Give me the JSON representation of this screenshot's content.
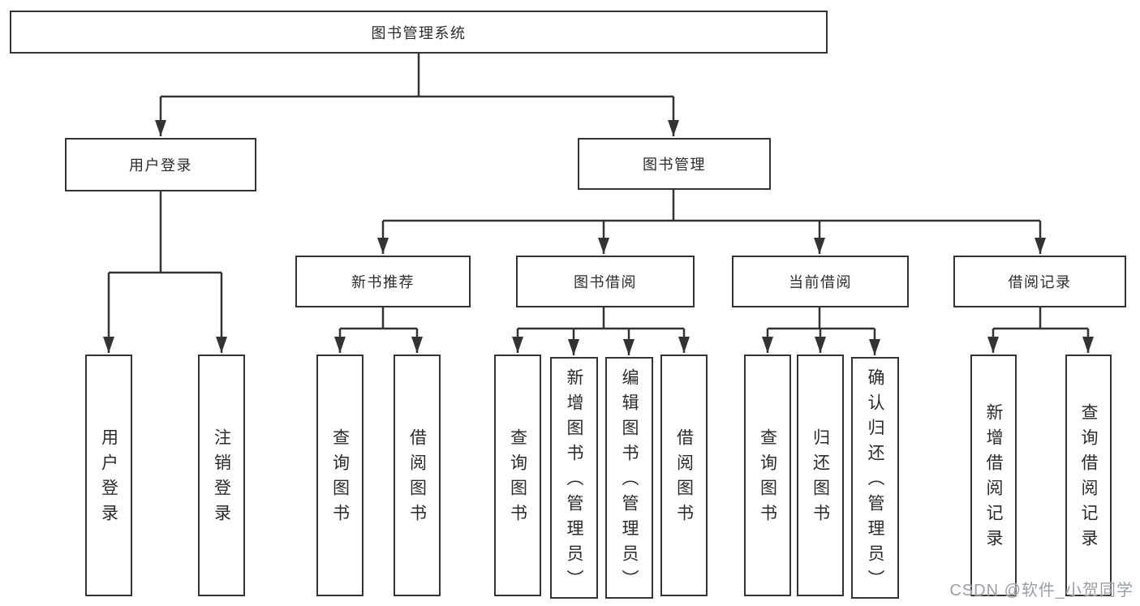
{
  "diagram": {
    "root": {
      "label": "图书管理系统"
    },
    "level2": {
      "user_login": {
        "label": "用户登录"
      },
      "book_mgmt": {
        "label": "图书管理"
      }
    },
    "level3": {
      "new_book": {
        "label": "新书推荐"
      },
      "borrow": {
        "label": "图书借阅"
      },
      "current": {
        "label": "当前借阅"
      },
      "records": {
        "label": "借阅记录"
      }
    },
    "leaves": {
      "user_login": {
        "label": "用户登录"
      },
      "logout": {
        "label": "注销登录"
      },
      "nb_query": {
        "label": "查询图书"
      },
      "nb_borrow": {
        "label": "借阅图书"
      },
      "bb_query": {
        "label": "查询图书"
      },
      "bb_add": {
        "label": "新增图书（管理员）"
      },
      "bb_edit": {
        "label": "编辑图书（管理员）"
      },
      "bb_borrow": {
        "label": "借阅图书"
      },
      "cb_query": {
        "label": "查询图书"
      },
      "cb_return": {
        "label": "归还图书"
      },
      "cb_confirm": {
        "label": "确认归还（管理员）"
      },
      "br_add": {
        "label": "新增借阅记录"
      },
      "br_query": {
        "label": "查询借阅记录"
      }
    },
    "watermark": "CSDN @软件_小贺同学",
    "colors": {
      "line": "#333333",
      "text": "#2b2b2b",
      "watermark": "#9aa0a6",
      "background": "#ffffff"
    }
  }
}
